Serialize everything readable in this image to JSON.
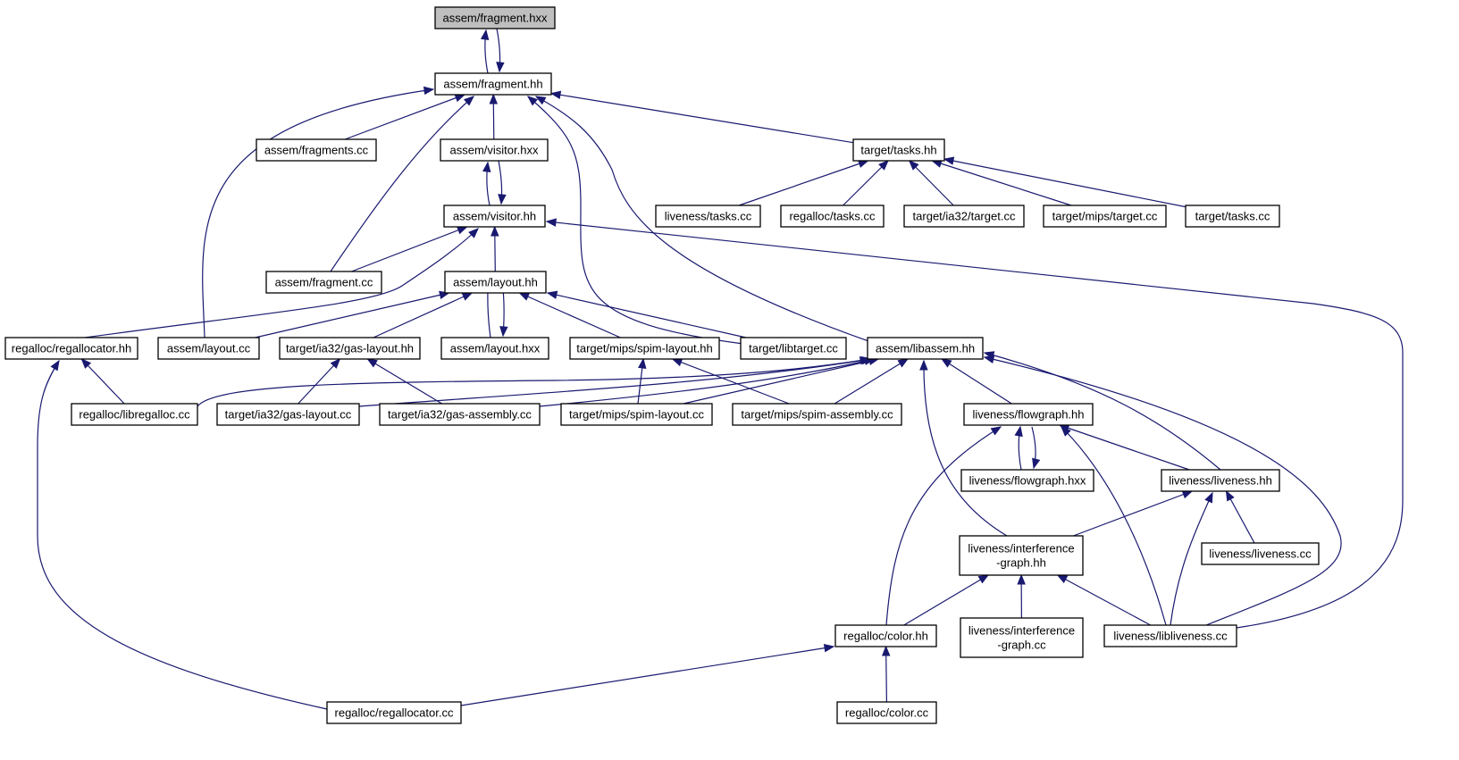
{
  "colors": {
    "edge": "#191970",
    "root_fill": "#bfbfbf",
    "node_fill": "#ffffff",
    "border": "#000000"
  },
  "nodes": [
    {
      "id": "fragment_hxx",
      "label": [
        "assem/fragment.hxx"
      ],
      "root": true
    },
    {
      "id": "fragment_hh",
      "label": [
        "assem/fragment.hh"
      ]
    },
    {
      "id": "fragments_cc",
      "label": [
        "assem/fragments.cc"
      ]
    },
    {
      "id": "visitor_hxx",
      "label": [
        "assem/visitor.hxx"
      ]
    },
    {
      "id": "target_tasks_hh",
      "label": [
        "target/tasks.hh"
      ]
    },
    {
      "id": "liveness_tasks_cc",
      "label": [
        "liveness/tasks.cc"
      ]
    },
    {
      "id": "regalloc_tasks_cc",
      "label": [
        "regalloc/tasks.cc"
      ]
    },
    {
      "id": "ia32_target_cc",
      "label": [
        "target/ia32/target.cc"
      ]
    },
    {
      "id": "mips_target_cc",
      "label": [
        "target/mips/target.cc"
      ]
    },
    {
      "id": "target_tasks_cc",
      "label": [
        "target/tasks.cc"
      ]
    },
    {
      "id": "visitor_hh",
      "label": [
        "assem/visitor.hh"
      ]
    },
    {
      "id": "fragment_cc",
      "label": [
        "assem/fragment.cc"
      ]
    },
    {
      "id": "layout_hh",
      "label": [
        "assem/layout.hh"
      ]
    },
    {
      "id": "regallocator_hh",
      "label": [
        "regalloc/regallocator.hh"
      ]
    },
    {
      "id": "layout_cc",
      "label": [
        "assem/layout.cc"
      ]
    },
    {
      "id": "gas_layout_hh",
      "label": [
        "target/ia32/gas-layout.hh"
      ]
    },
    {
      "id": "layout_hxx",
      "label": [
        "assem/layout.hxx"
      ]
    },
    {
      "id": "spim_layout_hh",
      "label": [
        "target/mips/spim-layout.hh"
      ]
    },
    {
      "id": "libtarget_cc",
      "label": [
        "target/libtarget.cc"
      ]
    },
    {
      "id": "libassem_hh",
      "label": [
        "assem/libassem.hh"
      ]
    },
    {
      "id": "libregalloc_cc",
      "label": [
        "regalloc/libregalloc.cc"
      ]
    },
    {
      "id": "gas_layout_cc",
      "label": [
        "target/ia32/gas-layout.cc"
      ]
    },
    {
      "id": "gas_assembly_cc",
      "label": [
        "target/ia32/gas-assembly.cc"
      ]
    },
    {
      "id": "spim_layout_cc",
      "label": [
        "target/mips/spim-layout.cc"
      ]
    },
    {
      "id": "spim_assembly_cc",
      "label": [
        "target/mips/spim-assembly.cc"
      ]
    },
    {
      "id": "flowgraph_hh",
      "label": [
        "liveness/flowgraph.hh"
      ]
    },
    {
      "id": "flowgraph_hxx",
      "label": [
        "liveness/flowgraph.hxx"
      ]
    },
    {
      "id": "liveness_hh",
      "label": [
        "liveness/liveness.hh"
      ]
    },
    {
      "id": "interference_hh",
      "label": [
        "liveness/interference",
        "-graph.hh"
      ]
    },
    {
      "id": "liveness_cc",
      "label": [
        "liveness/liveness.cc"
      ]
    },
    {
      "id": "color_hh",
      "label": [
        "regalloc/color.hh"
      ]
    },
    {
      "id": "interference_cc",
      "label": [
        "liveness/interference",
        "-graph.cc"
      ]
    },
    {
      "id": "libliveness_cc",
      "label": [
        "liveness/libliveness.cc"
      ]
    },
    {
      "id": "regallocator_cc",
      "label": [
        "regalloc/regallocator.cc"
      ]
    },
    {
      "id": "color_cc",
      "label": [
        "regalloc/color.cc"
      ]
    }
  ],
  "edges": [
    [
      "fragment_hh",
      "fragment_hxx"
    ],
    [
      "fragment_hxx",
      "fragment_hh"
    ],
    [
      "fragments_cc",
      "fragment_hh"
    ],
    [
      "visitor_hxx",
      "fragment_hh"
    ],
    [
      "target_tasks_hh",
      "fragment_hh"
    ],
    [
      "fragment_cc",
      "fragment_hh"
    ],
    [
      "layout_cc",
      "fragment_hh"
    ],
    [
      "libtarget_cc",
      "fragment_hh"
    ],
    [
      "libassem_hh",
      "fragment_hh"
    ],
    [
      "liveness_tasks_cc",
      "target_tasks_hh"
    ],
    [
      "regalloc_tasks_cc",
      "target_tasks_hh"
    ],
    [
      "ia32_target_cc",
      "target_tasks_hh"
    ],
    [
      "mips_target_cc",
      "target_tasks_hh"
    ],
    [
      "target_tasks_cc",
      "target_tasks_hh"
    ],
    [
      "visitor_hh",
      "visitor_hxx"
    ],
    [
      "visitor_hxx",
      "visitor_hh"
    ],
    [
      "fragment_cc",
      "visitor_hh"
    ],
    [
      "regallocator_hh",
      "visitor_hh"
    ],
    [
      "layout_hh",
      "visitor_hh"
    ],
    [
      "libliveness_cc",
      "visitor_hh"
    ],
    [
      "layout_cc",
      "layout_hh"
    ],
    [
      "gas_layout_hh",
      "layout_hh"
    ],
    [
      "layout_hxx",
      "layout_hh"
    ],
    [
      "layout_hh",
      "layout_hxx"
    ],
    [
      "spim_layout_hh",
      "layout_hh"
    ],
    [
      "libtarget_cc",
      "layout_hh"
    ],
    [
      "libregalloc_cc",
      "regallocator_hh"
    ],
    [
      "regallocator_cc",
      "regallocator_hh"
    ],
    [
      "gas_layout_cc",
      "gas_layout_hh"
    ],
    [
      "gas_assembly_cc",
      "gas_layout_hh"
    ],
    [
      "spim_layout_cc",
      "spim_layout_hh"
    ],
    [
      "spim_assembly_cc",
      "spim_layout_hh"
    ],
    [
      "libregalloc_cc",
      "libassem_hh"
    ],
    [
      "gas_layout_cc",
      "libassem_hh"
    ],
    [
      "gas_assembly_cc",
      "libassem_hh"
    ],
    [
      "spim_layout_cc",
      "libassem_hh"
    ],
    [
      "spim_assembly_cc",
      "libassem_hh"
    ],
    [
      "flowgraph_hh",
      "libassem_hh"
    ],
    [
      "liveness_hh",
      "libassem_hh"
    ],
    [
      "interference_hh",
      "libassem_hh"
    ],
    [
      "libliveness_cc",
      "libassem_hh"
    ],
    [
      "flowgraph_hxx",
      "flowgraph_hh"
    ],
    [
      "flowgraph_hh",
      "flowgraph_hxx"
    ],
    [
      "liveness_hh",
      "flowgraph_hh"
    ],
    [
      "color_hh",
      "flowgraph_hh"
    ],
    [
      "libliveness_cc",
      "flowgraph_hh"
    ],
    [
      "interference_hh",
      "liveness_hh"
    ],
    [
      "liveness_cc",
      "liveness_hh"
    ],
    [
      "libliveness_cc",
      "liveness_hh"
    ],
    [
      "color_hh",
      "interference_hh"
    ],
    [
      "interference_cc",
      "interference_hh"
    ],
    [
      "libliveness_cc",
      "interference_hh"
    ],
    [
      "regallocator_cc",
      "color_hh"
    ],
    [
      "color_cc",
      "color_hh"
    ]
  ]
}
